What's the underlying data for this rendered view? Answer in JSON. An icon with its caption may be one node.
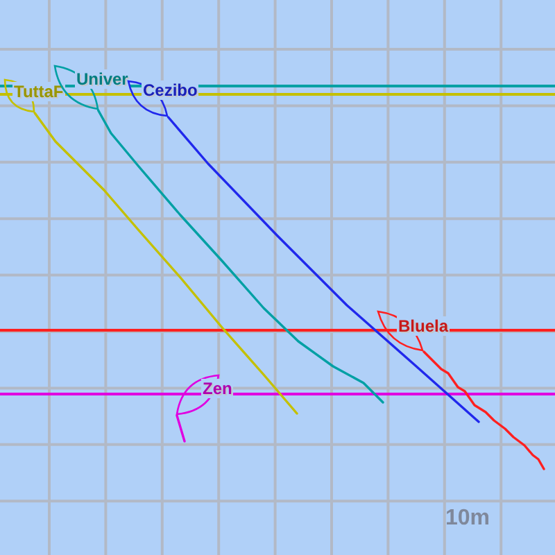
{
  "diagram": {
    "nodes": [
      {
        "text": [
          "TuttaF"
        ]
      },
      {
        "text": [
          "Univer"
        ]
      },
      {
        "text": [
          "Cezibo"
        ]
      },
      {
        "text": [
          "Bluela"
        ]
      },
      {
        "text": [
          "Zen"
        ]
      }
    ],
    "edges": [
      {
        "from": 0,
        "to": null,
        "arrow": "none",
        "color": "#c4c000"
      },
      {
        "from": 1,
        "to": null,
        "arrow": "none",
        "color": "#00a0a4"
      },
      {
        "from": 2,
        "to": null,
        "arrow": "none",
        "color": "#2028ec"
      },
      {
        "from": 3,
        "to": null,
        "arrow": "none",
        "color": "#ff2020"
      },
      {
        "from": 4,
        "to": null,
        "arrow": "none",
        "color": "#e000e0"
      }
    ],
    "labels": [
      "10m"
    ]
  }
}
